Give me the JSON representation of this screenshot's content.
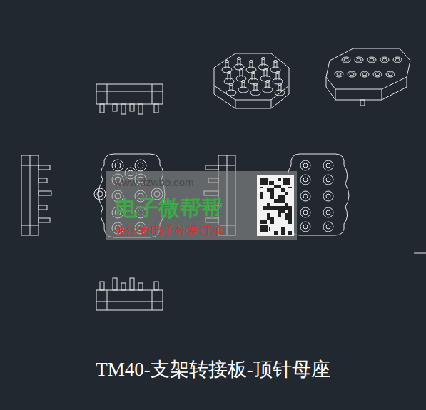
{
  "diagram": {
    "title": "TM40-支架转接板-顶针母座",
    "labels": [
      "www.dzwbb.com",
      "电子微帮帮",
      "关注看电子外发订单"
    ]
  }
}
